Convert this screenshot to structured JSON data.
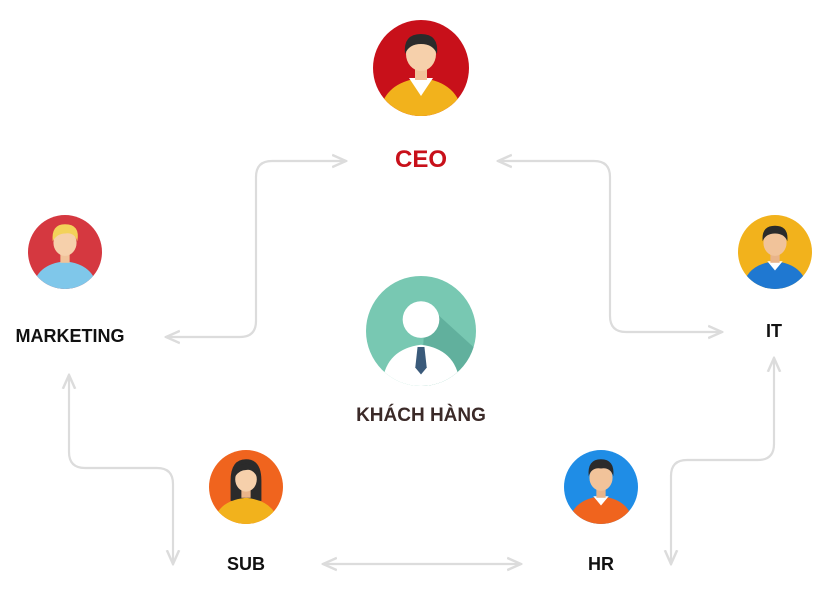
{
  "nodes": {
    "ceo": {
      "label": "CEO"
    },
    "marketing": {
      "label": "MARKETING"
    },
    "it": {
      "label": "IT"
    },
    "sub": {
      "label": "SUB"
    },
    "hr": {
      "label": "HR"
    },
    "customer": {
      "label": "KHÁCH HÀNG"
    }
  },
  "colors": {
    "ceo_accent": "#c8101a",
    "connector": "#dcdcdc",
    "ceo_avatar_bg": "#c8101a",
    "marketing_avatar_bg": "#d53840",
    "it_avatar_bg": "#f2b21c",
    "sub_avatar_bg": "#f0641e",
    "hr_avatar_bg": "#1f8de6",
    "customer_avatar_bg": "#78c8b2"
  },
  "edges": [
    {
      "from": "marketing",
      "to": "ceo"
    },
    {
      "from": "it",
      "to": "ceo"
    },
    {
      "from": "ceo",
      "to": "it"
    },
    {
      "from": "sub",
      "to": "marketing"
    },
    {
      "from": "marketing",
      "to": "sub"
    },
    {
      "from": "sub",
      "to": "hr"
    },
    {
      "from": "hr",
      "to": "it"
    },
    {
      "from": "it",
      "to": "hr"
    }
  ]
}
